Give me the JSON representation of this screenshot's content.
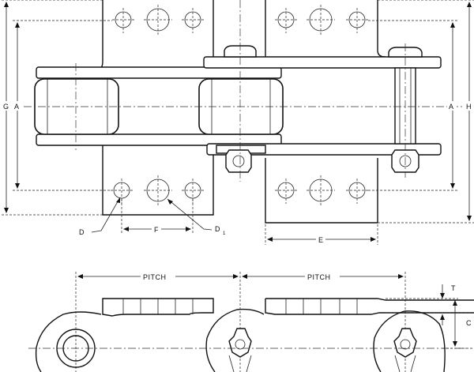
{
  "labels": {
    "G": "G",
    "A_left": "A",
    "A_right": "A",
    "H": "H",
    "D": "D",
    "F": "F",
    "D1": "D",
    "D1_sub": "1",
    "E": "E",
    "pitch_1": "PITCH",
    "pitch_2": "PITCH",
    "T": "T",
    "C": "C"
  }
}
